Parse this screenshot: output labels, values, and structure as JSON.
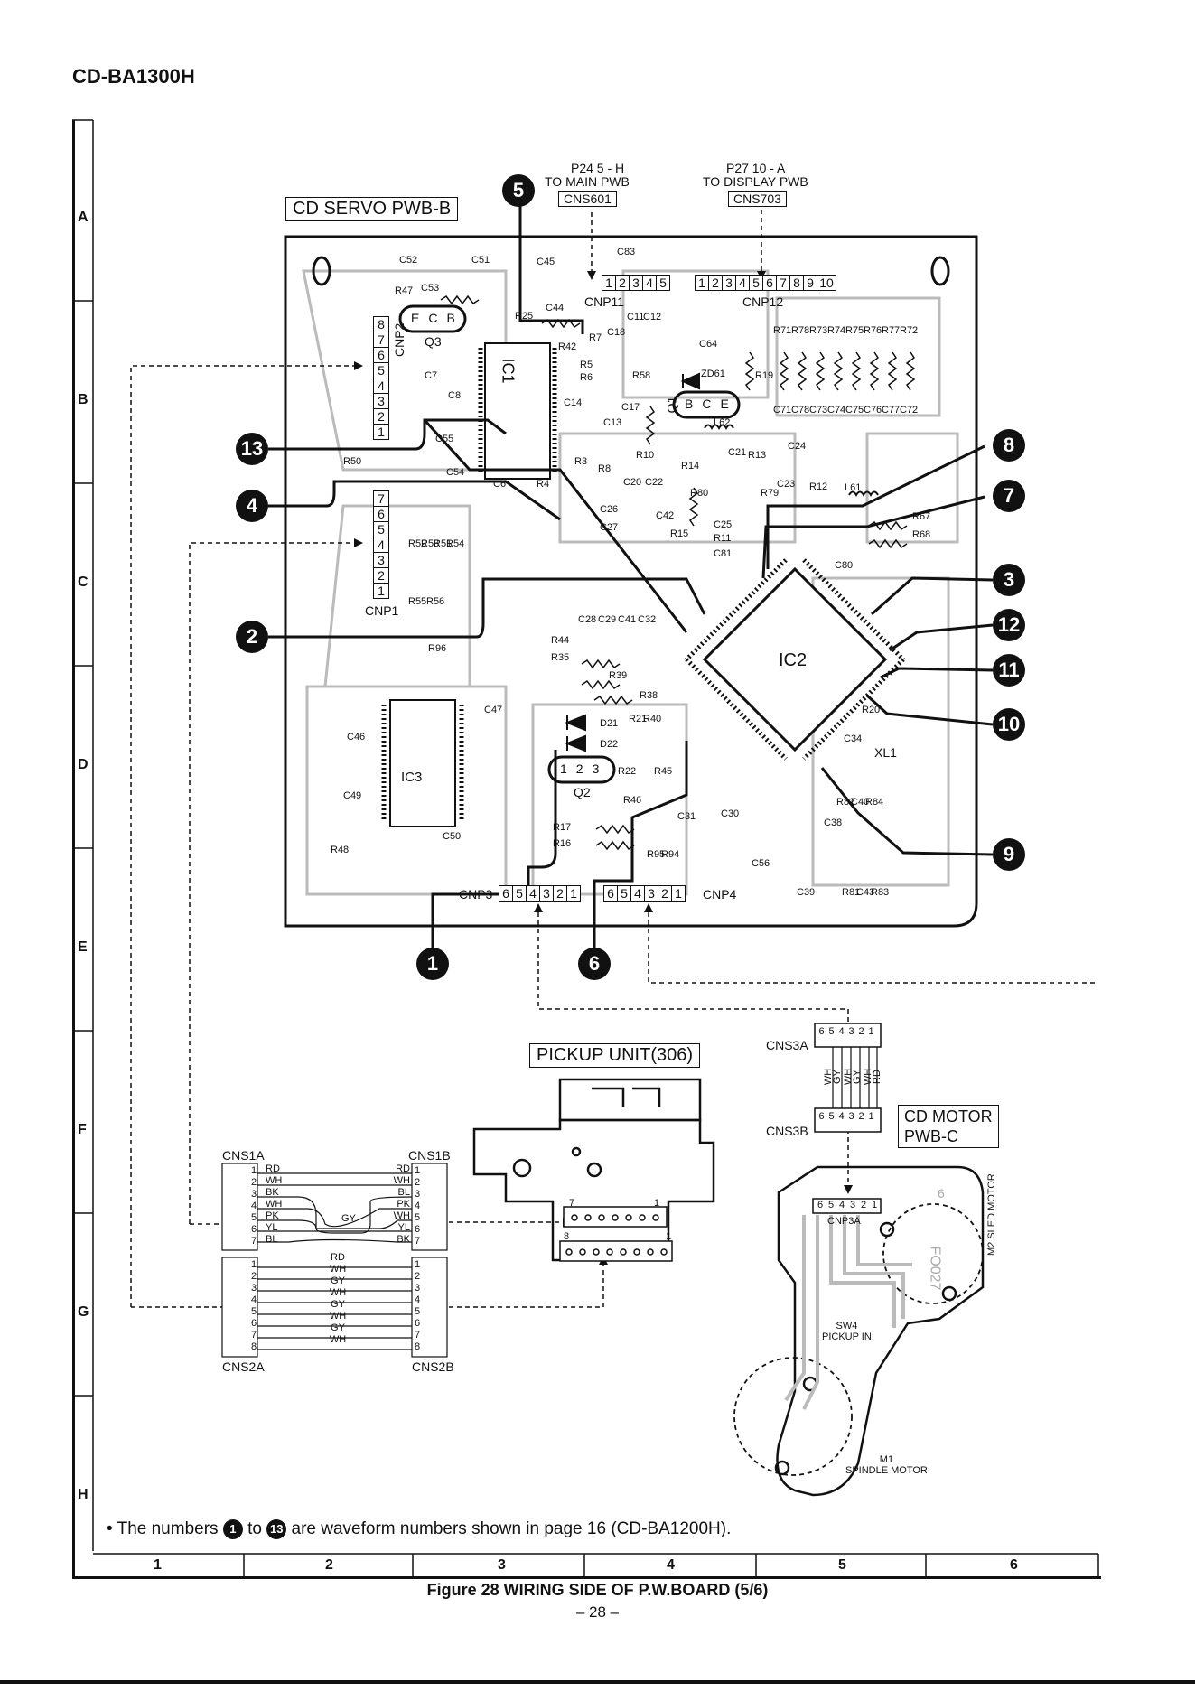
{
  "page": {
    "model": "CD-BA1300H",
    "caption": "Figure 28 WIRING SIDE OF P.W.BOARD (5/6)",
    "page_number": "– 28 –",
    "note": {
      "prefix": "• The numbers",
      "from": "1",
      "to_word": "to",
      "to": "13",
      "suffix": "are waveform numbers shown in page 16 (CD-BA1200H)."
    }
  },
  "grid": {
    "rows": [
      "A",
      "B",
      "C",
      "D",
      "E",
      "F",
      "G",
      "H"
    ],
    "columns": [
      "1",
      "2",
      "3",
      "4",
      "5",
      "6"
    ]
  },
  "boards": {
    "servo": {
      "title": "CD SERVO PWB-B",
      "main_ref": {
        "line1": "P24  5 - H",
        "line2": "TO MAIN PWB",
        "box": "CNS601"
      },
      "display_ref": {
        "line1": "P27  10 - A",
        "line2": "TO DISPLAY PWB",
        "box": "CNS703"
      },
      "cnp11": {
        "label": "CNP11",
        "pins": [
          "1",
          "2",
          "3",
          "4",
          "5"
        ]
      },
      "cnp12": {
        "label": "CNP12",
        "pins": [
          "1",
          "2",
          "3",
          "4",
          "5",
          "6",
          "7",
          "8",
          "9",
          "10"
        ]
      },
      "cnp2": {
        "label": "CNP2",
        "pins": [
          "8",
          "7",
          "6",
          "5",
          "4",
          "3",
          "2",
          "1"
        ]
      },
      "cnp1": {
        "label": "CNP1",
        "pins": [
          "7",
          "6",
          "5",
          "4",
          "3",
          "2",
          "1"
        ]
      },
      "cnp3": {
        "label": "CNP3",
        "pins": [
          "6",
          "5",
          "4",
          "3",
          "2",
          "1"
        ]
      },
      "cnp4": {
        "label": "CNP4",
        "pins": [
          "6",
          "5",
          "4",
          "3",
          "2",
          "1"
        ]
      },
      "ic1": "IC1",
      "ic2": "IC2",
      "ic3": "IC3",
      "q1": {
        "label": "Q1",
        "pins": [
          "B",
          "C",
          "E"
        ]
      },
      "q2": {
        "label": "Q2",
        "pins": [
          "1",
          "2",
          "3"
        ]
      },
      "q3": {
        "label": "Q3",
        "pins": [
          "E",
          "C",
          "B"
        ]
      },
      "parts": [
        "C52",
        "C51",
        "C45",
        "R47",
        "C53",
        "C83",
        "R25",
        "C44",
        "R42",
        "C11",
        "C12",
        "R7",
        "C18",
        "C64",
        "R5",
        "R6",
        "R58",
        "ZD61",
        "R19",
        "R71",
        "R78",
        "R73",
        "R74",
        "R75",
        "R76",
        "R77",
        "R72",
        "C71",
        "C78",
        "C73",
        "C74",
        "C75",
        "C76",
        "C77",
        "C72",
        "C7",
        "C8",
        "C14",
        "C17",
        "C13",
        "L62",
        "C21",
        "C24",
        "R13",
        "R79",
        "C23",
        "R12",
        "L61",
        "C55",
        "C54",
        "R50",
        "C6",
        "R3",
        "R4",
        "R8",
        "R10",
        "C20",
        "C22",
        "R14",
        "R80",
        "C26",
        "C27",
        "C42",
        "R15",
        "C25",
        "R11",
        "C81",
        "R67",
        "R68",
        "C80",
        "R52",
        "R53",
        "R51",
        "R54",
        "R55",
        "R56",
        "C28",
        "C29",
        "C41",
        "C32",
        "R44",
        "R35",
        "R39",
        "R96",
        "R38",
        "C47",
        "C46",
        "C49",
        "R48",
        "C50",
        "D21",
        "D22",
        "R21",
        "R40",
        "R22",
        "R45",
        "R46",
        "R17",
        "R16",
        "R95",
        "R94",
        "C31",
        "C30",
        "C56",
        "C39",
        "R81",
        "C43",
        "R83",
        "C34",
        "XL1",
        "R82",
        "C40",
        "R84",
        "C38",
        "R20"
      ]
    },
    "pickup": {
      "title": "PICKUP UNIT(306)",
      "pin_labels": [
        "7",
        "1",
        "8",
        "1"
      ]
    },
    "motor": {
      "title_line1": "CD MOTOR",
      "title_line2": "PWB-C",
      "cns3a": {
        "label": "CNS3A",
        "pins": [
          "6",
          "5",
          "4",
          "3",
          "2",
          "1"
        ]
      },
      "cns3b": {
        "label": "CNS3B",
        "pins": [
          "6",
          "5",
          "4",
          "3",
          "2",
          "1"
        ]
      },
      "cnp3a": {
        "label": "CNP3A",
        "pins": [
          "6",
          "5",
          "4",
          "3",
          "2",
          "1"
        ]
      },
      "wire_colors": [
        "WH",
        "GY",
        "WH",
        "GY",
        "WH",
        "RD"
      ],
      "sled_motor": {
        "ref": "M2",
        "name": "SLED MOTOR"
      },
      "spindle_motor": {
        "ref": "M1",
        "name": "SPINDLE MOTOR"
      },
      "switch": {
        "ref": "SW4",
        "name": "PICKUP IN"
      },
      "silk": "FO027",
      "silk2": "6"
    }
  },
  "cables": {
    "cns1a": {
      "label": "CNS1A",
      "pins": [
        "1",
        "2",
        "3",
        "4",
        "5",
        "6",
        "7"
      ],
      "colors": [
        "RD",
        "WH",
        "BK",
        "WH",
        "PK",
        "YL",
        "BL"
      ]
    },
    "cns1b": {
      "label": "CNS1B",
      "pins": [
        "1",
        "2",
        "3",
        "4",
        "5",
        "6",
        "7"
      ],
      "colors": [
        "RD",
        "WH",
        "BL",
        "PK",
        "WH",
        "YL",
        "BK"
      ]
    },
    "cns1_mid": "GY",
    "cns2a": {
      "label": "CNS2A",
      "pins": [
        "1",
        "2",
        "3",
        "4",
        "5",
        "6",
        "7",
        "8"
      ]
    },
    "cns2b": {
      "label": "CNS2B",
      "pins": [
        "1",
        "2",
        "3",
        "4",
        "5",
        "6",
        "7",
        "8"
      ]
    },
    "cns2_colors": [
      "RD",
      "WH",
      "GY",
      "WH",
      "GY",
      "WH",
      "GY",
      "WH"
    ]
  },
  "waveforms": [
    "1",
    "2",
    "3",
    "4",
    "5",
    "6",
    "7",
    "8",
    "9",
    "10",
    "11",
    "12",
    "13"
  ]
}
